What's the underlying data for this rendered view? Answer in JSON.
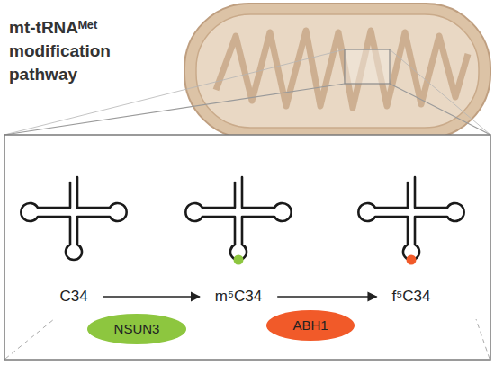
{
  "diagram": {
    "title": "mt-tRNAᴹᵉᵗ modification pathway",
    "nodes": [
      {
        "text": [
          "C34"
        ]
      },
      {
        "text": [
          "m⁵C34"
        ]
      },
      {
        "text": [
          "f⁵C34"
        ]
      },
      {
        "text": [
          "NSUN3"
        ]
      },
      {
        "text": [
          "ABH1"
        ]
      }
    ],
    "edges": [
      {
        "from": 0,
        "to": 1,
        "arrow": "to"
      },
      {
        "from": 1,
        "to": 2,
        "arrow": "to"
      }
    ]
  }
}
